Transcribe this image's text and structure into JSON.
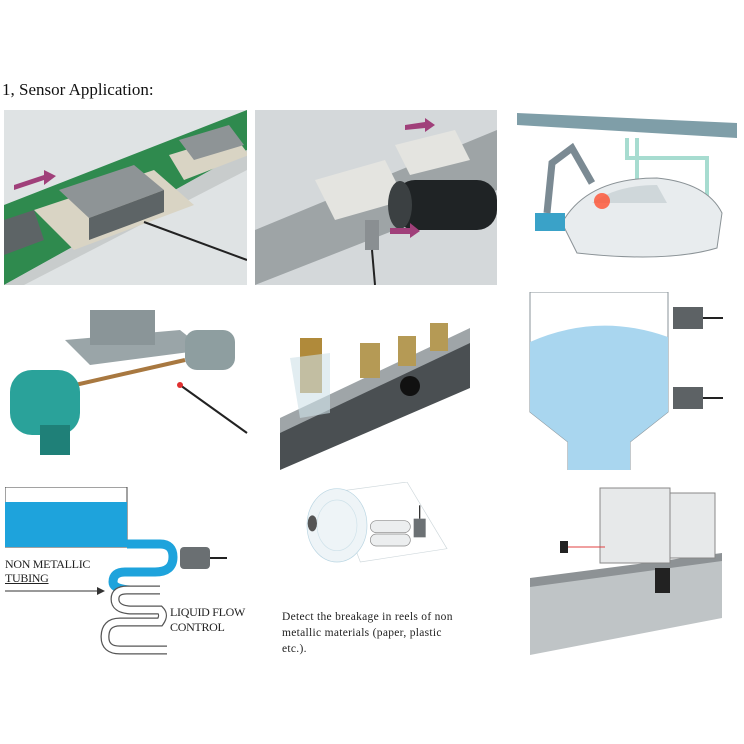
{
  "heading": "1, Sensor Application:",
  "panels": {
    "liquid_flow": {
      "tubing_label_line1": "NON METALLIC",
      "tubing_label_line2": "TUBING",
      "flow_label_line1": "LIQUID FLOW",
      "flow_label_line2": "CONTROL"
    },
    "reel_breakage": {
      "caption_line1": "Detect the breakage in reels of non",
      "caption_line2": "metallic materials (paper, plastic",
      "caption_line3": "etc.)."
    }
  },
  "colors": {
    "liquid": "#1ea3dc",
    "board": "#2f8a4e",
    "teal_motor": "#2aa29a",
    "tank": "#a9d6ef"
  }
}
